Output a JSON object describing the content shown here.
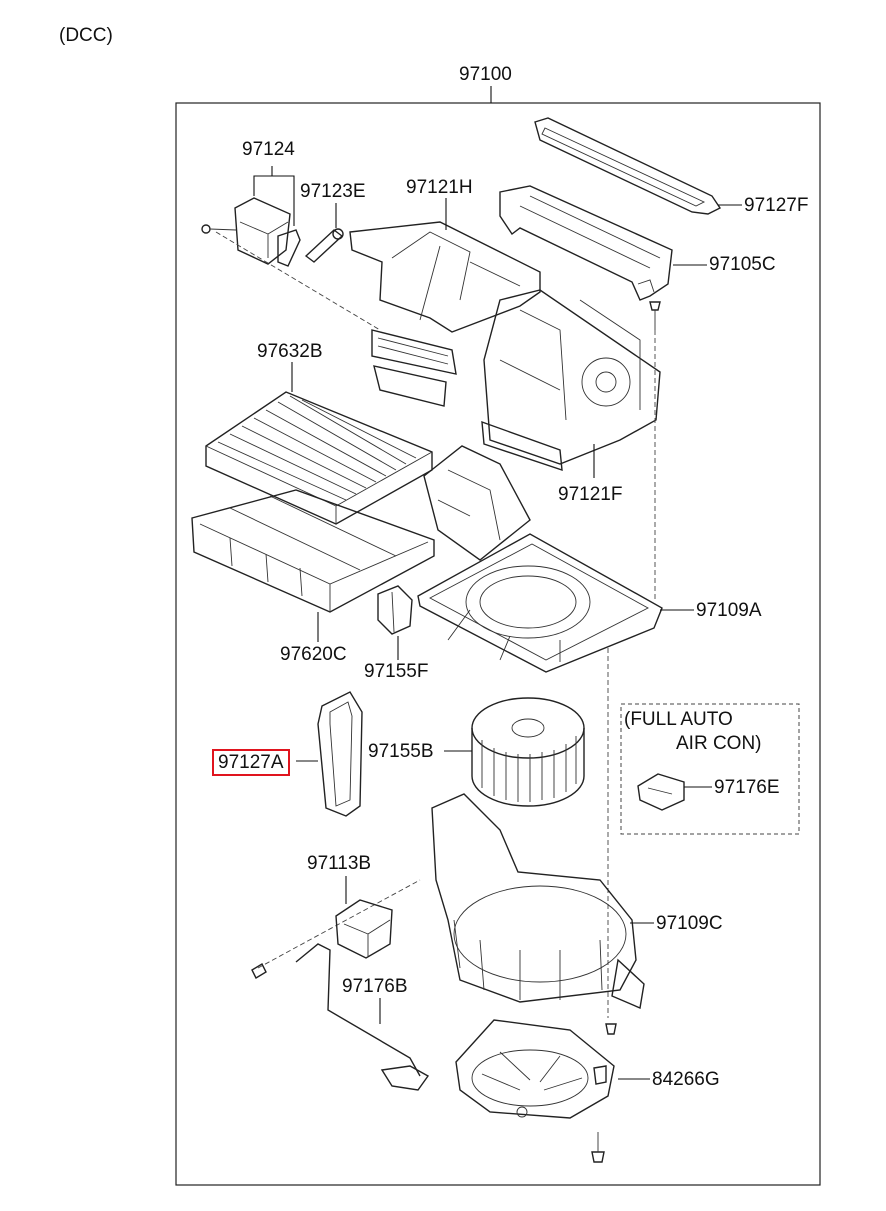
{
  "variant_label": "(DCC)",
  "assembly_number": "97100",
  "note": {
    "line1": "(FULL AUTO",
    "line2": "AIR CON)"
  },
  "highlight_color": "#e0141e",
  "parts": [
    {
      "id": "p-97124",
      "label": "97124"
    },
    {
      "id": "p-97123E",
      "label": "97123E"
    },
    {
      "id": "p-97121H",
      "label": "97121H"
    },
    {
      "id": "p-97127F",
      "label": "97127F"
    },
    {
      "id": "p-97105C",
      "label": "97105C"
    },
    {
      "id": "p-97632B",
      "label": "97632B"
    },
    {
      "id": "p-97121F",
      "label": "97121F"
    },
    {
      "id": "p-97109A",
      "label": "97109A"
    },
    {
      "id": "p-97620C",
      "label": "97620C"
    },
    {
      "id": "p-97155F",
      "label": "97155F"
    },
    {
      "id": "p-97127A",
      "label": "97127A",
      "highlighted": true
    },
    {
      "id": "p-97155B",
      "label": "97155B"
    },
    {
      "id": "p-97176E",
      "label": "97176E"
    },
    {
      "id": "p-97113B",
      "label": "97113B"
    },
    {
      "id": "p-97109C",
      "label": "97109C"
    },
    {
      "id": "p-97176B",
      "label": "97176B"
    },
    {
      "id": "p-84266G",
      "label": "84266G"
    }
  ]
}
